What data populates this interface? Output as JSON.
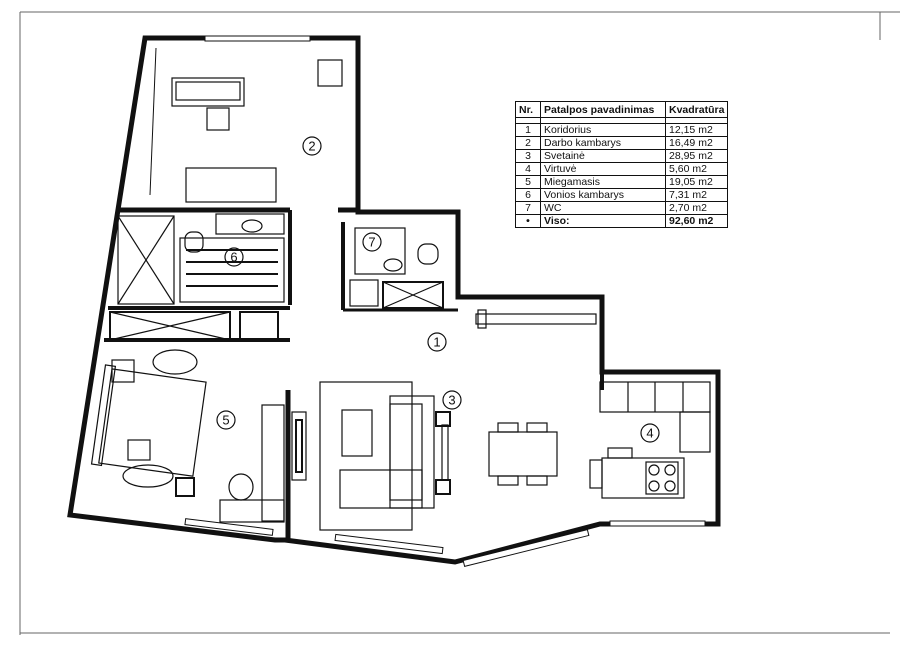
{
  "table": {
    "headers": {
      "nr": "Nr.",
      "name": "Patalpos pavadinimas",
      "area": "Kvadratūra"
    },
    "rows": [
      {
        "nr": "1",
        "name": "Koridorius",
        "area": "12,15 m2"
      },
      {
        "nr": "2",
        "name": "Darbo kambarys",
        "area": "16,49 m2"
      },
      {
        "nr": "3",
        "name": "Svetainė",
        "area": "28,95 m2"
      },
      {
        "nr": "4",
        "name": "Virtuvė",
        "area": "5,60 m2"
      },
      {
        "nr": "5",
        "name": "Miegamasis",
        "area": "19,05 m2"
      },
      {
        "nr": "6",
        "name": "Vonios kambarys",
        "area": "7,31 m2"
      },
      {
        "nr": "7",
        "name": "WC",
        "area": "2,70 m2"
      }
    ],
    "total": {
      "nr": "•",
      "name": "Viso:",
      "area": "92,60 m2"
    }
  },
  "rooms": [
    {
      "number": "1"
    },
    {
      "number": "2"
    },
    {
      "number": "3"
    },
    {
      "number": "4"
    },
    {
      "number": "5"
    },
    {
      "number": "6"
    },
    {
      "number": "7"
    }
  ]
}
